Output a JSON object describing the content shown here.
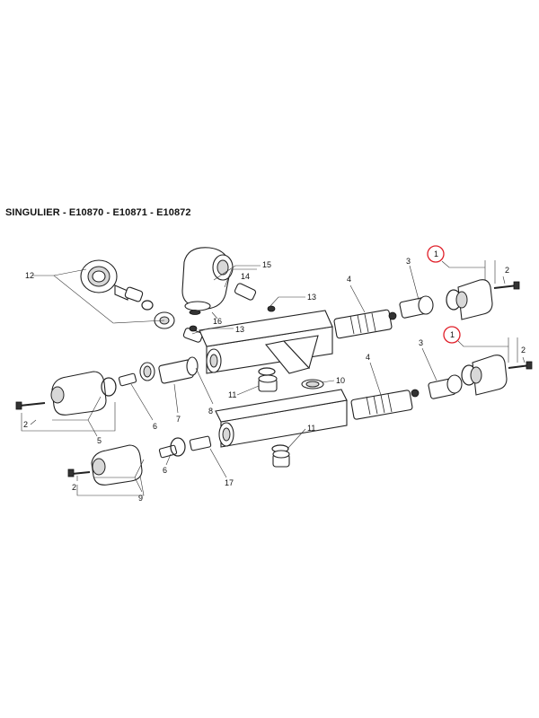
{
  "title": "SINGULIER - E10870 - E10871 - E10872",
  "highlight_color": "#e0202a",
  "labels": {
    "p1a": "1",
    "p1b": "1",
    "p2a": "2",
    "p2b": "2",
    "p2c": "2",
    "p2d": "2",
    "p3a": "3",
    "p3b": "3",
    "p4a": "4",
    "p4b": "4",
    "p5": "5",
    "p6a": "6",
    "p6b": "6",
    "p7": "7",
    "p8": "8",
    "p9": "9",
    "p10": "10",
    "p11a": "11",
    "p11b": "11",
    "p12": "12",
    "p13a": "13",
    "p13b": "13",
    "p14": "14",
    "p15": "15",
    "p16": "16",
    "p17": "17"
  }
}
